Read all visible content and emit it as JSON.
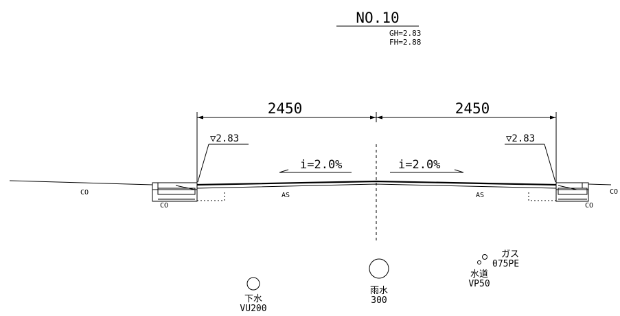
{
  "header": {
    "station": "NO.10",
    "ground_height": "GH=2.83",
    "finish_height": "FH=2.88"
  },
  "dimensions": {
    "left_width": "2450",
    "right_width": "2450"
  },
  "levels": {
    "left": "▽2.83",
    "right": "▽2.83"
  },
  "slopes": {
    "left": "i=2.0%",
    "right": "i=2.0%"
  },
  "materials": {
    "pavement_left": "AS",
    "pavement_right": "AS",
    "concrete_far_left": "CO",
    "concrete_left_curb": "CO",
    "concrete_right_curb": "CO",
    "concrete_far_right": "CO"
  },
  "utilities": {
    "sewer": {
      "name": "下水",
      "spec": "VU200"
    },
    "storm": {
      "name": "雨水",
      "spec": "300"
    },
    "water": {
      "name": "水道",
      "spec": "VP50"
    },
    "gas": {
      "name": "ガス",
      "spec": "075PE"
    }
  }
}
